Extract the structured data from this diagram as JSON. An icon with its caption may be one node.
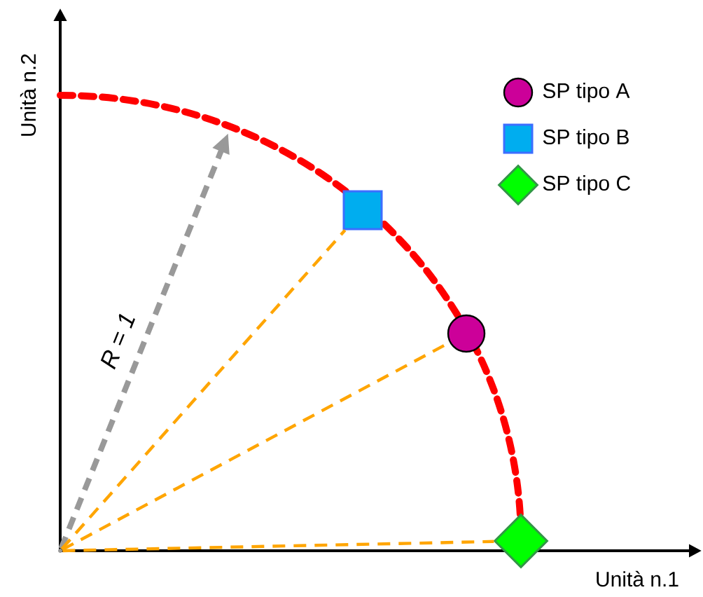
{
  "diagram": {
    "nodes": [
      {
        "text": [],
        "shape": "point"
      },
      {
        "text": [],
        "shape": "box"
      },
      {
        "text": [],
        "shape": "circle"
      },
      {
        "text": [],
        "shape": "diamond"
      }
    ],
    "edges": [
      {
        "from": 0,
        "to": null,
        "arrow": "to",
        "label": "R = 1",
        "style": "dashed",
        "color": "#999999"
      },
      {
        "from": 0,
        "to": 1,
        "arrow": "none",
        "style": "dashed"
      },
      {
        "from": 0,
        "to": 2,
        "arrow": "none",
        "style": "dashed"
      },
      {
        "from": 0,
        "to": 3,
        "arrow": "none",
        "style": "dashed"
      }
    ],
    "labels": [
      "Unità n.2",
      "Unità n.1"
    ],
    "legend": [
      {
        "text": "SP tipo A"
      },
      {
        "text": "SP tipo B"
      },
      {
        "text": "SP tipo C"
      }
    ]
  }
}
